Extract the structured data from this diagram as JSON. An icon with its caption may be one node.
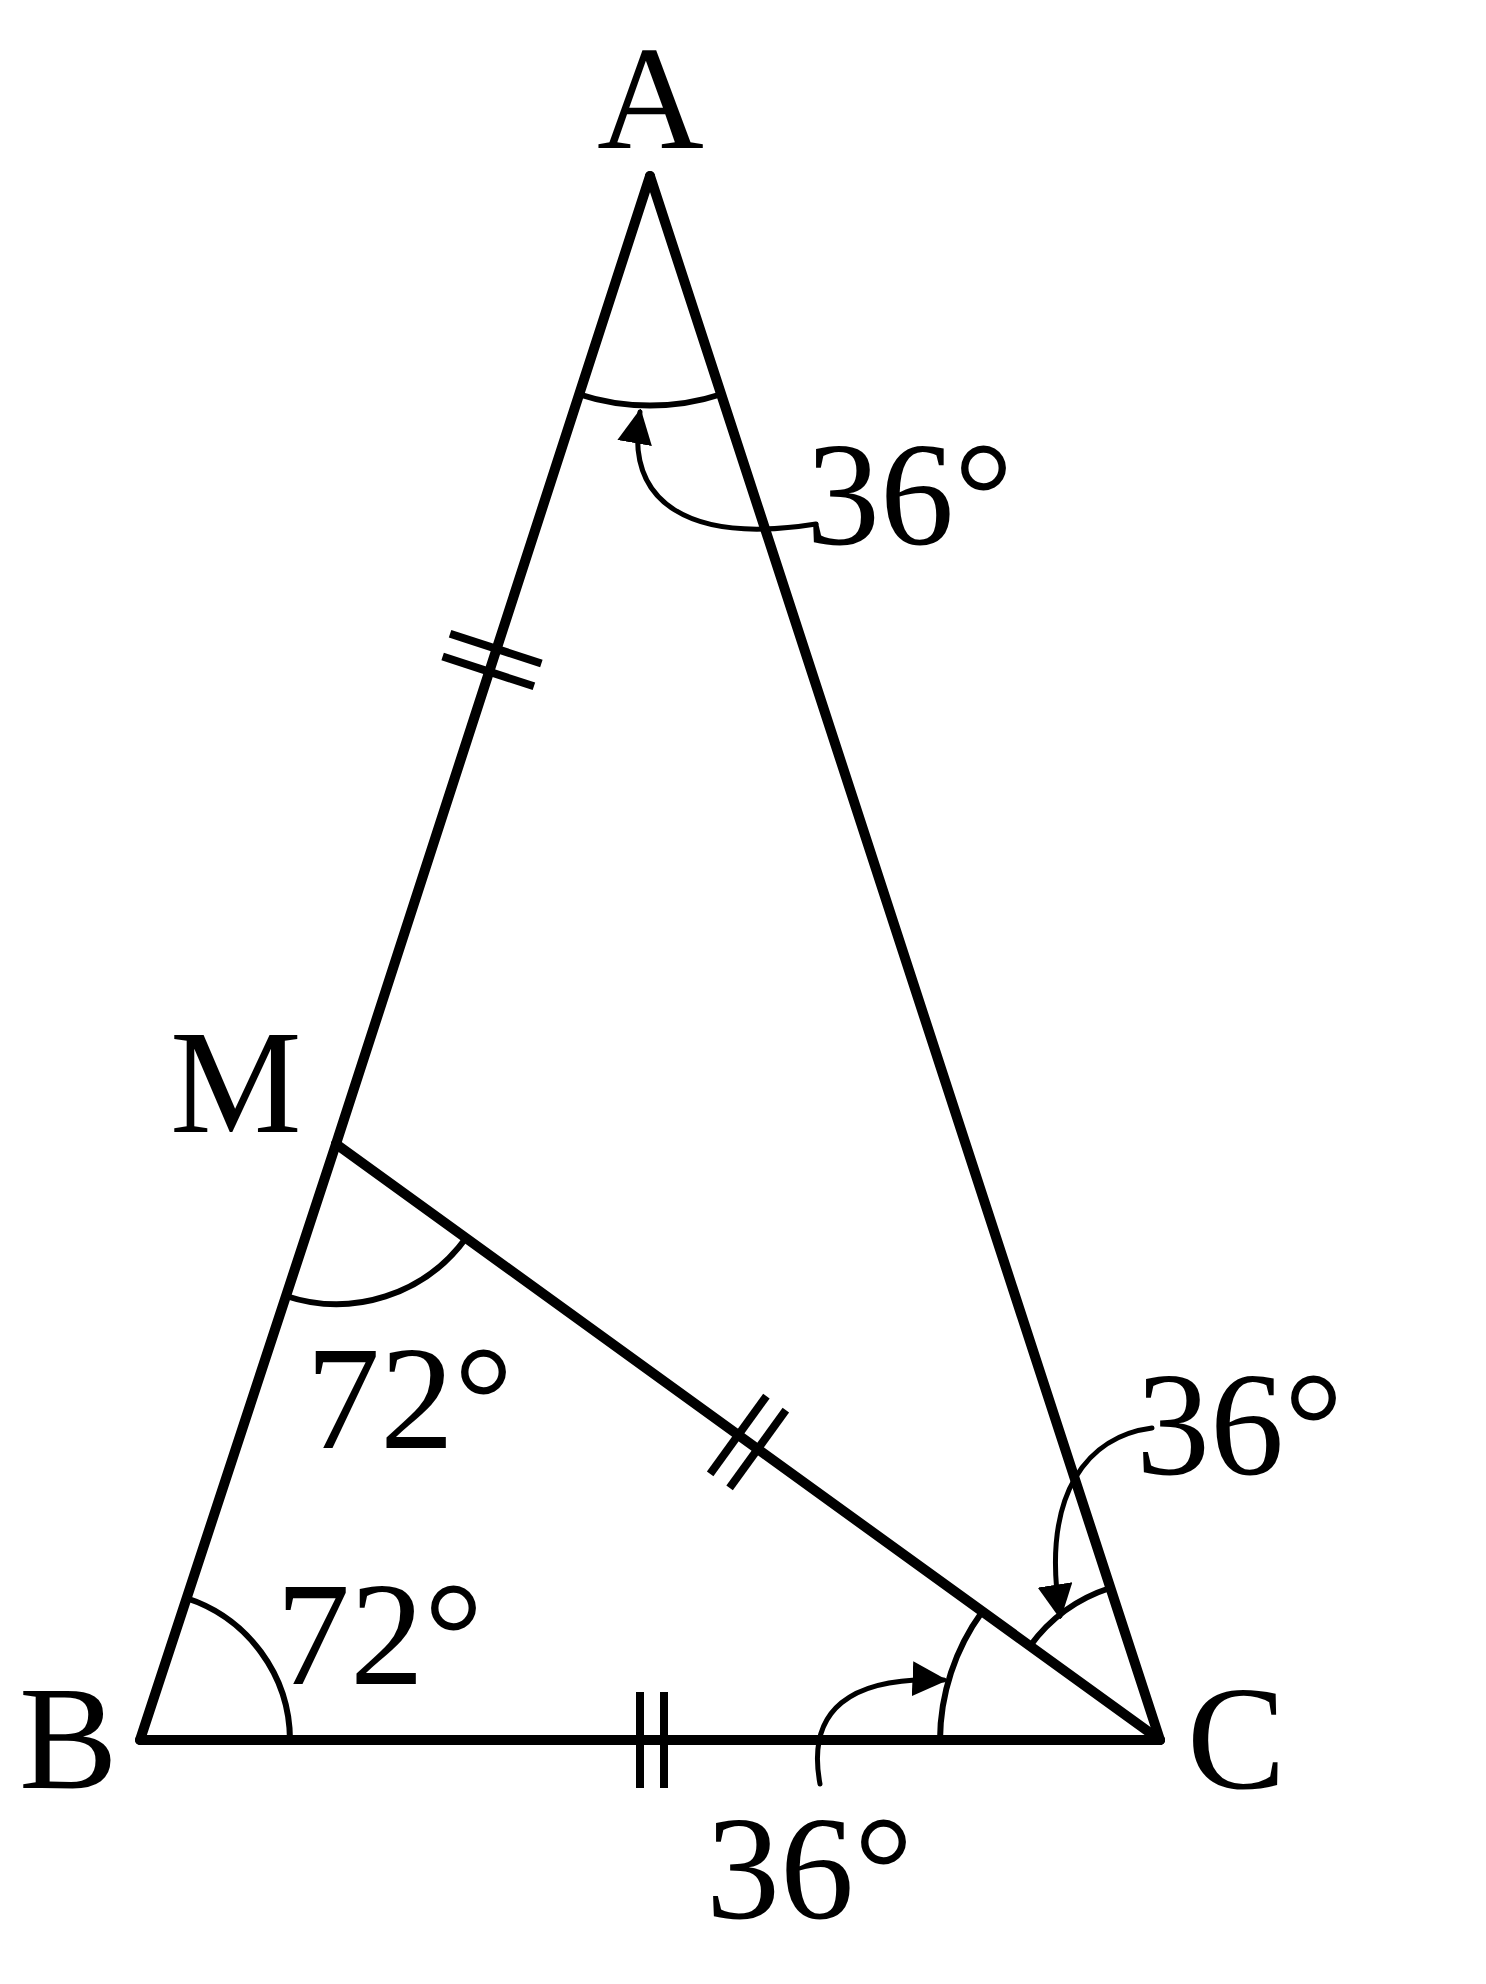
{
  "diagram": {
    "nodes": [
      {
        "text": [
          "A"
        ]
      },
      {
        "text": [
          "M"
        ]
      },
      {
        "text": [
          "B"
        ]
      },
      {
        "text": [
          "C"
        ]
      },
      {
        "text": [
          "36°"
        ]
      },
      {
        "text": [
          "36°"
        ]
      },
      {
        "text": [
          "36°"
        ]
      },
      {
        "text": [],
        "shape": "arc"
      },
      {
        "text": [],
        "shape": "arc"
      },
      {
        "text": [],
        "shape": "arc"
      }
    ],
    "edges": [
      {
        "from": 0,
        "to": 1,
        "arrow": "none"
      },
      {
        "from": 1,
        "to": 2,
        "arrow": "none"
      },
      {
        "from": 2,
        "to": 3,
        "arrow": "none"
      },
      {
        "from": 0,
        "to": 3,
        "arrow": "none"
      },
      {
        "from": 1,
        "to": 3,
        "arrow": "none"
      },
      {
        "from": 4,
        "to": 7,
        "arrow": "to"
      },
      {
        "from": 5,
        "to": 9,
        "arrow": "to"
      },
      {
        "from": 6,
        "to": 8,
        "arrow": "to"
      }
    ],
    "labels": [
      "72°",
      "72°"
    ]
  }
}
